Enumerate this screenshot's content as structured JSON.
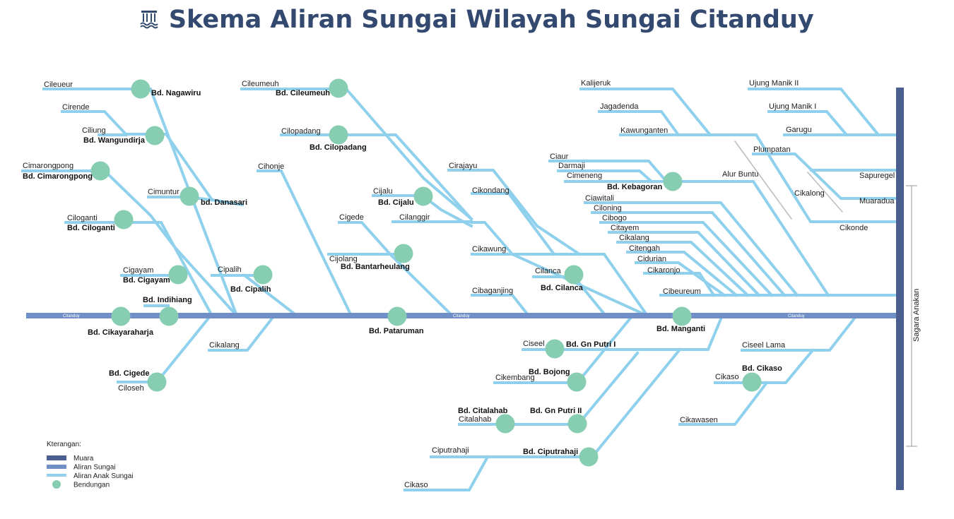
{
  "title": "Skema Aliran Sungai Wilayah Sungai Citanduy",
  "icon": "water-waves-icon",
  "colors": {
    "title": "#34496f",
    "tributary": "#8fd0ec",
    "main_river": "#6f8fc6",
    "estuary": "#4a5f8f",
    "dam": "#86cdb2"
  },
  "main_river": {
    "name": "Citanduy",
    "name_2": "Citanduy",
    "name_3": "Citanduy"
  },
  "estuary": {
    "name": "Sagara Anakan"
  },
  "tributaries_left": [
    "Cileueur",
    "Cirende",
    "Ciliung",
    "Cimarongpong",
    "Cimuntur",
    "Ciloganti",
    "Cigayam",
    "Cipalih",
    "Cikalang",
    "Ciloseh",
    "Cileumeuh",
    "Cilopadang",
    "Cihonje",
    "Cijalu",
    "Cilanggir",
    "Cigede",
    "Cijolang"
  ],
  "tributaries_middle": [
    "Cirajayu",
    "Cikondang",
    "Cikawung",
    "Cibaganjing",
    "Cilanca",
    "Ciseel",
    "Cikembang",
    "Citalahab",
    "Ciputrahaji",
    "Cikaso"
  ],
  "tributaries_right": [
    "Kalijeruk",
    "Jagadenda",
    "Kawunganten",
    "Ciaur",
    "Darmaji",
    "Cimeneng",
    "Ciawitali",
    "Ciloning",
    "Cibogo",
    "Citayem",
    "Cikalang",
    "Citengah",
    "Cidurian",
    "Cikaronjo",
    "Cibeureum",
    "Alur Buntu",
    "Ujung Manik II",
    "Ujung Manik I",
    "Garugu",
    "Plumpatan",
    "Sapuregel",
    "Cikalong",
    "Muaradua",
    "Cikonde",
    "Ciseel Lama",
    "Cikaso",
    "Cikawasen"
  ],
  "dams": [
    "Bd. Nagawiru",
    "Bd. Wangundirja",
    "Bd. Cimarongpong",
    "bd. Danasari",
    "Bd. Ciloganti",
    "Bd. Cigayam",
    "Bd. Indihiang",
    "Bd. Cikayaraharja",
    "Bd. Cigede",
    "Bd. Cipalih",
    "Bd. Cileumeuh",
    "Bd. Cilopadang",
    "Bd. Cijalu",
    "Bd. Bantarheulang",
    "Bd. Pataruman",
    "Bd. Kebagoran",
    "Bd. Cilanca",
    "Bd. Manganti",
    "Bd. Gn Putri I",
    "Bd. Bojong",
    "Bd. Citalahab",
    "Bd. Gn Putri II",
    "Bd. Ciputrahaji",
    "Bd. Cikaso"
  ],
  "legend": {
    "title": "Kterangan:",
    "items": [
      "Muara",
      "Aliran Sungai",
      "Aliran Anak Sungai",
      "Bendungan"
    ]
  }
}
